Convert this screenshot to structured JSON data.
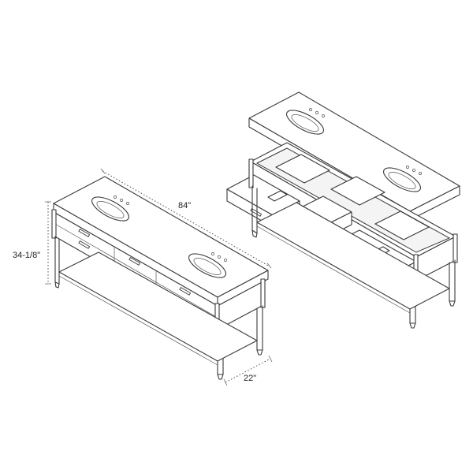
{
  "figure": {
    "views": [
      "assembled-vanity",
      "exploded-vanity"
    ],
    "line_color": "#3a3a3a",
    "background": "#ffffff"
  },
  "dimensions": {
    "width_label": "84\"",
    "height_label": "34-1/8\"",
    "depth_label": "22\""
  }
}
